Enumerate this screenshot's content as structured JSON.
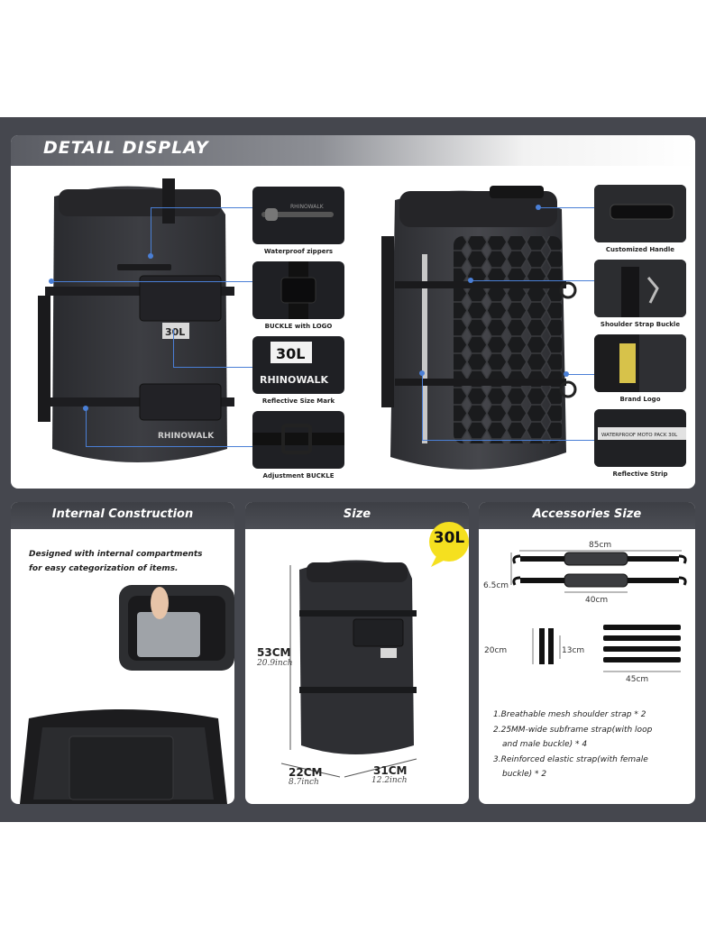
{
  "detail": {
    "title": "DETAIL DISPLAY",
    "left_captions": [
      "Waterproof zippers",
      "BUCKLE with LOGO",
      "Reflective Size Mark",
      "Adjustment BUCKLE"
    ],
    "right_captions": [
      "Customized Handle",
      "Shoulder Strap Buckle",
      "Brand Logo",
      "Reflective Strip"
    ],
    "size_mark": "30L",
    "brand": "RHINOWALK",
    "strip_text": "WATERPROOF MOTO PACK 30L"
  },
  "internal": {
    "title": "Internal Construction",
    "description_line1": "Designed with internal compartments",
    "description_line2": "for easy categorization of items."
  },
  "size": {
    "title": "Size",
    "badge": "30L",
    "height_cm": "53CM",
    "height_in": "20.9inch",
    "depth_cm": "22CM",
    "depth_in": "8.7inch",
    "width_cm": "31CM",
    "width_in": "12.2inch"
  },
  "accessories": {
    "title": "Accessories Size",
    "dims": {
      "strap_length": "85cm",
      "strap_width": "6.5cm",
      "pad_length": "40cm",
      "sub_height": "20cm",
      "sub_short": "13cm",
      "elastic_length": "45cm"
    },
    "list": [
      "1.Breathable mesh shoulder strap * 2",
      "2.25MM-wide subframe strap(with loop",
      "and male buckle) * 4",
      "3.Reinforced elastic strap(with female",
      "buckle) * 2"
    ]
  }
}
